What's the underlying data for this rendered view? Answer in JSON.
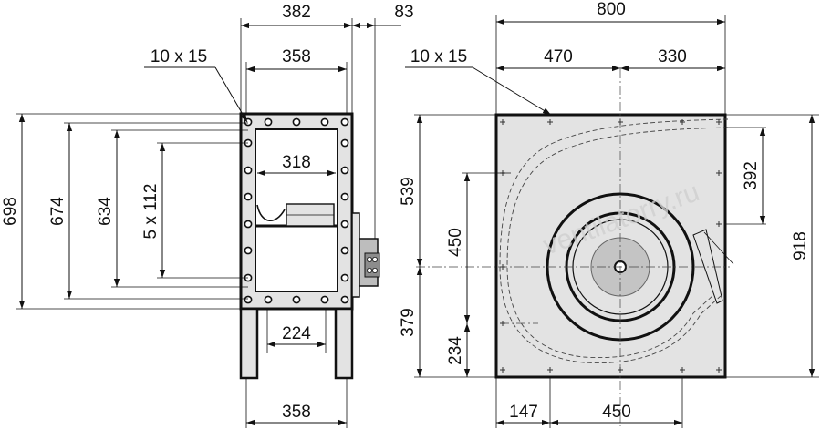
{
  "side_view": {
    "width_overall": "382",
    "flange_width": "358",
    "hole_spec": "10 x 15",
    "motor_offset": "83",
    "opening_width": "318",
    "base_opening": "224",
    "base_width": "358",
    "height_overall": "698",
    "height_flange": "674",
    "height_holes": "634",
    "hole_pitch": "5 x 112"
  },
  "front_view": {
    "width_overall": "800",
    "width_left": "470",
    "width_right": "330",
    "hole_spec": "10 x 15",
    "outlet_height": "392",
    "height_overall": "918",
    "upper_height": "539",
    "lower_height": "379",
    "inlet_diameter": "450",
    "center_to_bottom": "234",
    "left_offset": "147",
    "inlet_width": "450"
  },
  "watermark": "ventilatorry.ru",
  "colors": {
    "housing_fill": "#e3e3e3",
    "hub_fill": "#c4c4c4",
    "line": "#111111"
  }
}
